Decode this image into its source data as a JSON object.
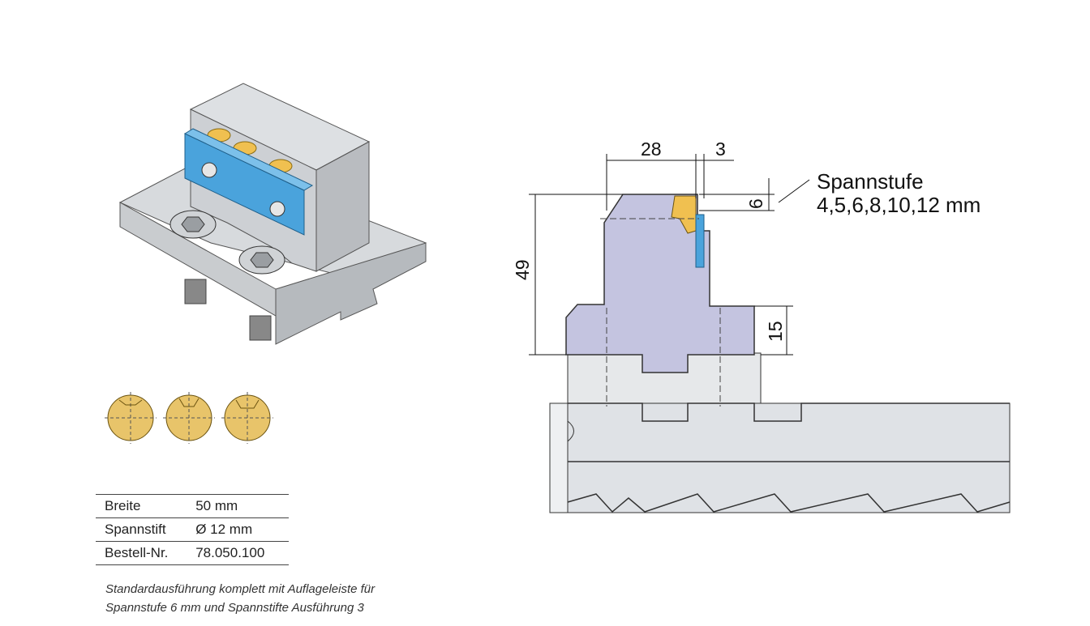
{
  "dimensions": {
    "width_28": "28",
    "gap_3": "3",
    "step_6": "6",
    "height_49": "49",
    "base_15": "15"
  },
  "callout": {
    "title": "Spannstufe",
    "values": "4,5,6,8,10,12 mm"
  },
  "specs": [
    {
      "label": "Breite",
      "value": "50 mm"
    },
    {
      "label": "Spannstift",
      "value": "Ø 12 mm"
    },
    {
      "label": "Bestell-Nr.",
      "value": "78.050.100"
    }
  ],
  "note": {
    "line1": "Standardausführung komplett mit Auflageleiste für",
    "line2": "Spannstufe 6 mm und Spannstifte Ausführung 3"
  },
  "colors": {
    "block": "#c9c9d6",
    "jaw": "#c4c4e0",
    "insert": "#4aa3dc",
    "pin": "#f0c050",
    "rail": "#dfe2e6"
  }
}
